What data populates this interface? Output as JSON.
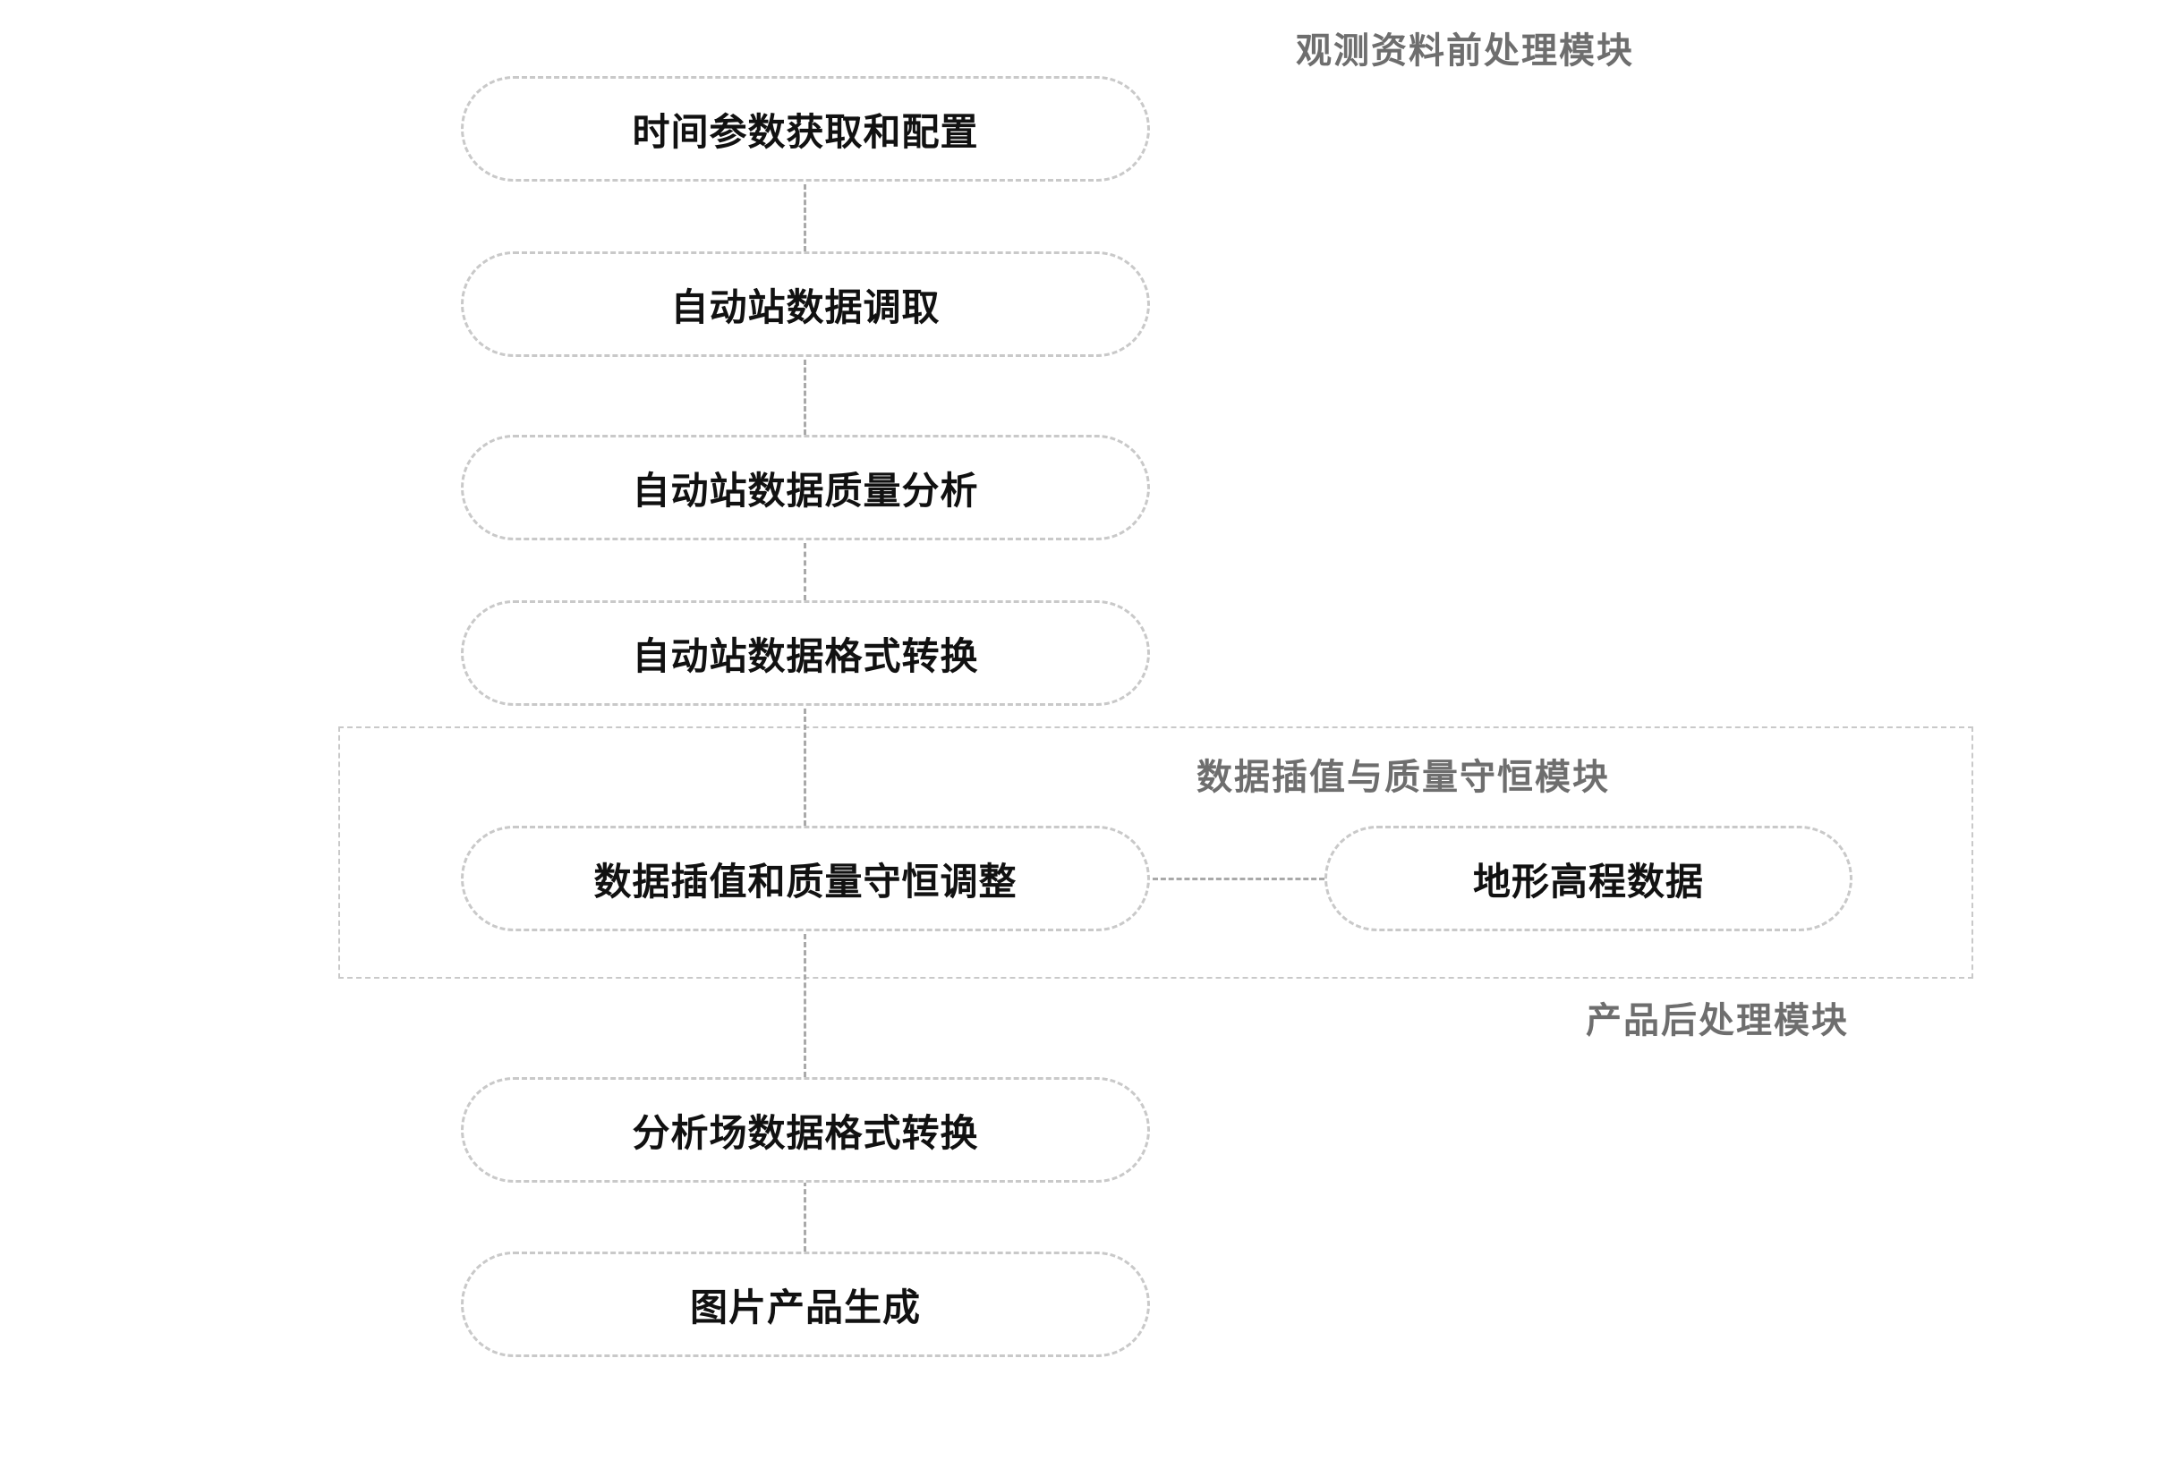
{
  "diagram": {
    "background_color": "#ffffff",
    "box_border_color": "#c9c9c9",
    "connector_color": "#a9a9a9",
    "box_text_color": "#111111",
    "module_label_color": "#6e6e6e",
    "module_labels": {
      "pre_processing": "观测资料前处理模块",
      "interpolation_conservation": "数据插值与质量守恒模块",
      "post_processing": "产品后处理模块"
    },
    "nodes": [
      {
        "id": "time-parameter-config",
        "label": "时间参数获取和配置"
      },
      {
        "id": "aws-data-retrieval",
        "label": "自动站数据调取"
      },
      {
        "id": "aws-data-quality-analysis",
        "label": "自动站数据质量分析"
      },
      {
        "id": "aws-data-format-conversion",
        "label": "自动站数据格式转换"
      },
      {
        "id": "interpolation-conservation-adjustment",
        "label": "数据插值和质量守恒调整"
      },
      {
        "id": "terrain-elevation-data",
        "label": "地形高程数据"
      },
      {
        "id": "analysis-field-format-conversion",
        "label": "分析场数据格式转换"
      },
      {
        "id": "image-product-generation",
        "label": "图片产品生成"
      }
    ],
    "edges": [
      {
        "from": "time-parameter-config",
        "to": "aws-data-retrieval",
        "style": "dashed"
      },
      {
        "from": "aws-data-retrieval",
        "to": "aws-data-quality-analysis",
        "style": "dashed"
      },
      {
        "from": "aws-data-quality-analysis",
        "to": "aws-data-format-conversion",
        "style": "dashed"
      },
      {
        "from": "aws-data-format-conversion",
        "to": "interpolation-conservation-adjustment",
        "style": "dashed"
      },
      {
        "from": "interpolation-conservation-adjustment",
        "to": "analysis-field-format-conversion",
        "style": "dashed"
      },
      {
        "from": "analysis-field-format-conversion",
        "to": "image-product-generation",
        "style": "dashed"
      },
      {
        "from": "interpolation-conservation-adjustment",
        "to": "terrain-elevation-data",
        "style": "dashed-horizontal"
      }
    ]
  }
}
